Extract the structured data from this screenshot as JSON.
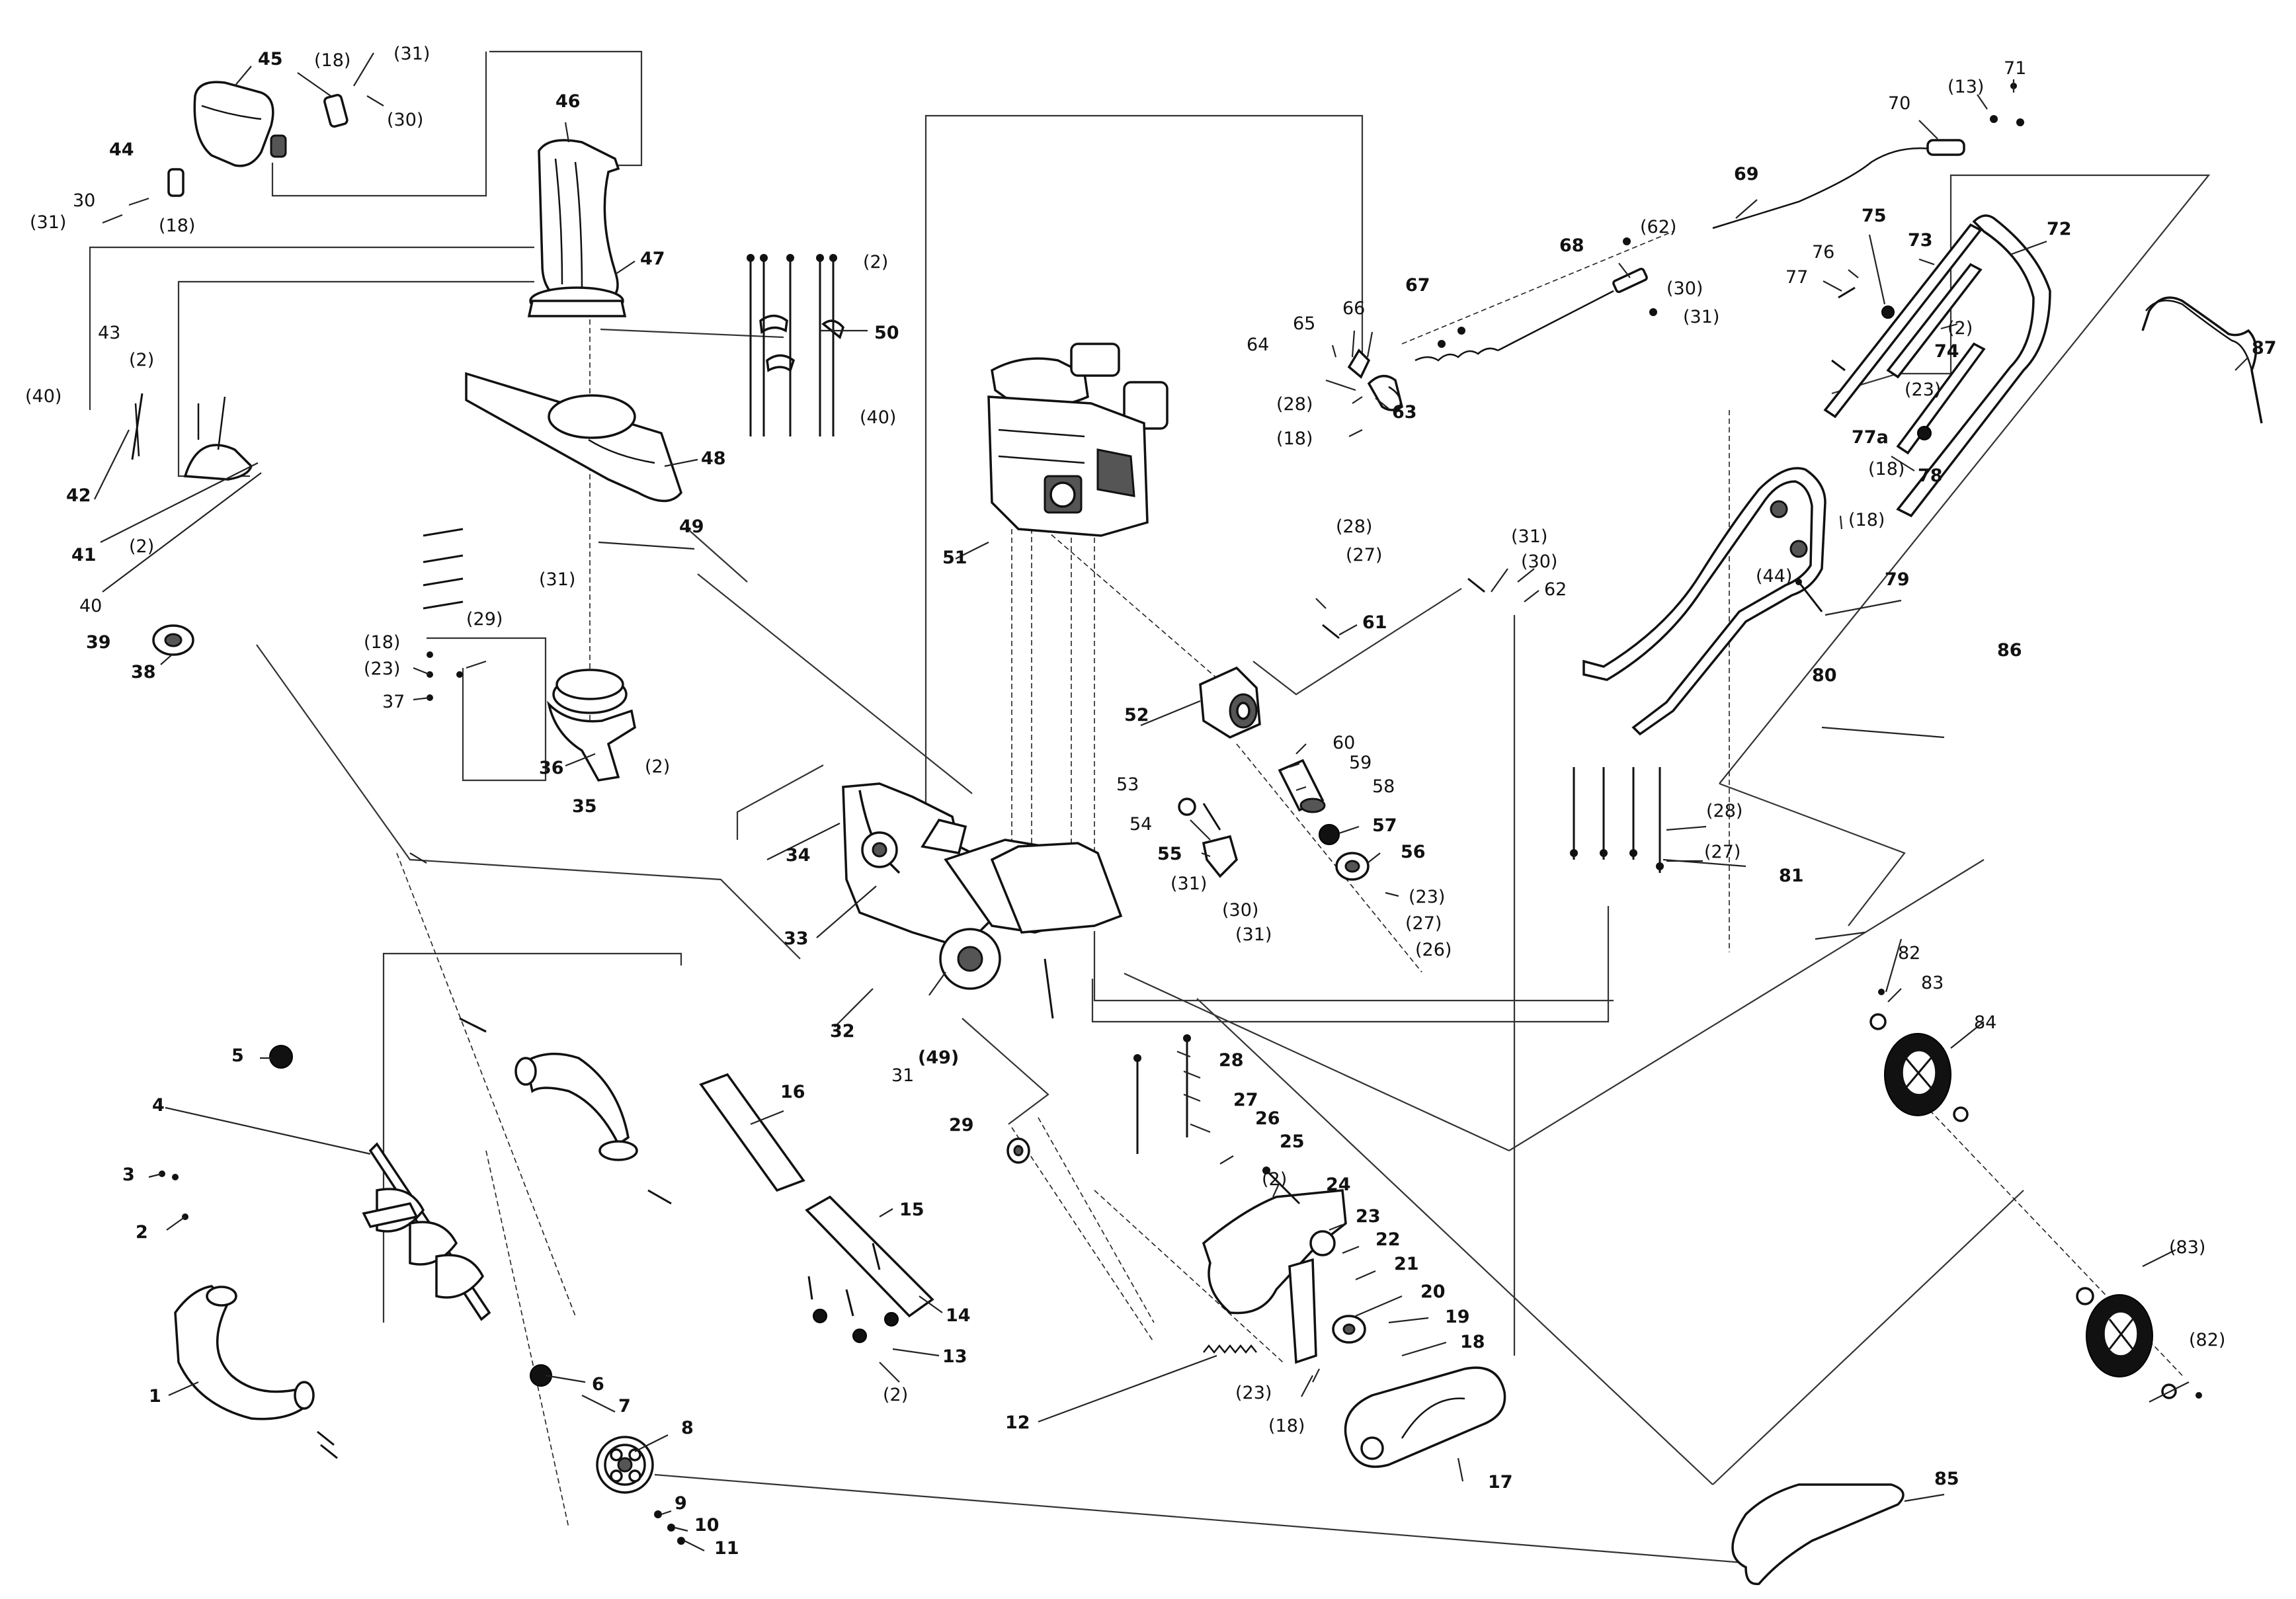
{
  "labels": {
    "p1": "1",
    "p2": "2",
    "p3": "3",
    "p4": "4",
    "p5": "5",
    "p6": "6",
    "p7": "7",
    "p8": "8",
    "p9": "9",
    "p10": "10",
    "p11": "11",
    "p12": "12",
    "p13": "13",
    "p14": "14",
    "p15": "15",
    "p16": "16",
    "p17": "17",
    "p18": "18",
    "p19": "19",
    "p20": "20",
    "p21": "21",
    "p22": "22",
    "p23": "23",
    "p24": "24",
    "p25": "25",
    "p26": "26",
    "p27": "27",
    "p28": "28",
    "p29": "29",
    "p30": "30",
    "p31": "31",
    "p32": "32",
    "p33": "33",
    "p34": "34",
    "p35": "35",
    "p36": "36",
    "p37": "37",
    "p38": "38",
    "p39": "39",
    "p40": "40",
    "p41": "41",
    "p42": "42",
    "p43": "43",
    "p44": "44",
    "p45": "45",
    "p46": "46",
    "p47": "47",
    "p48": "48",
    "p49": "49",
    "p50": "50",
    "p51": "51",
    "p52": "52",
    "p53": "53",
    "p54": "54",
    "p55": "55",
    "p56": "56",
    "p57": "57",
    "p58": "58",
    "p59": "59",
    "p60": "60",
    "p61": "61",
    "p62": "62",
    "p63": "63",
    "p64": "64",
    "p65": "65",
    "p66": "66",
    "p67": "67",
    "p68": "68",
    "p69": "69",
    "p70": "70",
    "p71": "71",
    "p72": "72",
    "p73": "73",
    "p74": "74",
    "p75": "75",
    "p76": "76",
    "p77": "77",
    "p77a": "77a",
    "p78": "78",
    "p79": "79",
    "p80": "80",
    "p81": "81",
    "p82": "82",
    "p83": "83",
    "p84": "84",
    "p85": "85",
    "p86": "86",
    "p87": "87",
    "r2": "(2)",
    "r13": "(13)",
    "r18": "(18)",
    "r23": "(23)",
    "r26": "(26)",
    "r27": "(27)",
    "r28": "(28)",
    "r29": "(29)",
    "r30": "(30)",
    "r31": "(31)",
    "r40": "(40)",
    "r44": "(44)",
    "r49": "(49)",
    "r62": "(62)",
    "r82": "(82)",
    "r83": "(83)"
  }
}
